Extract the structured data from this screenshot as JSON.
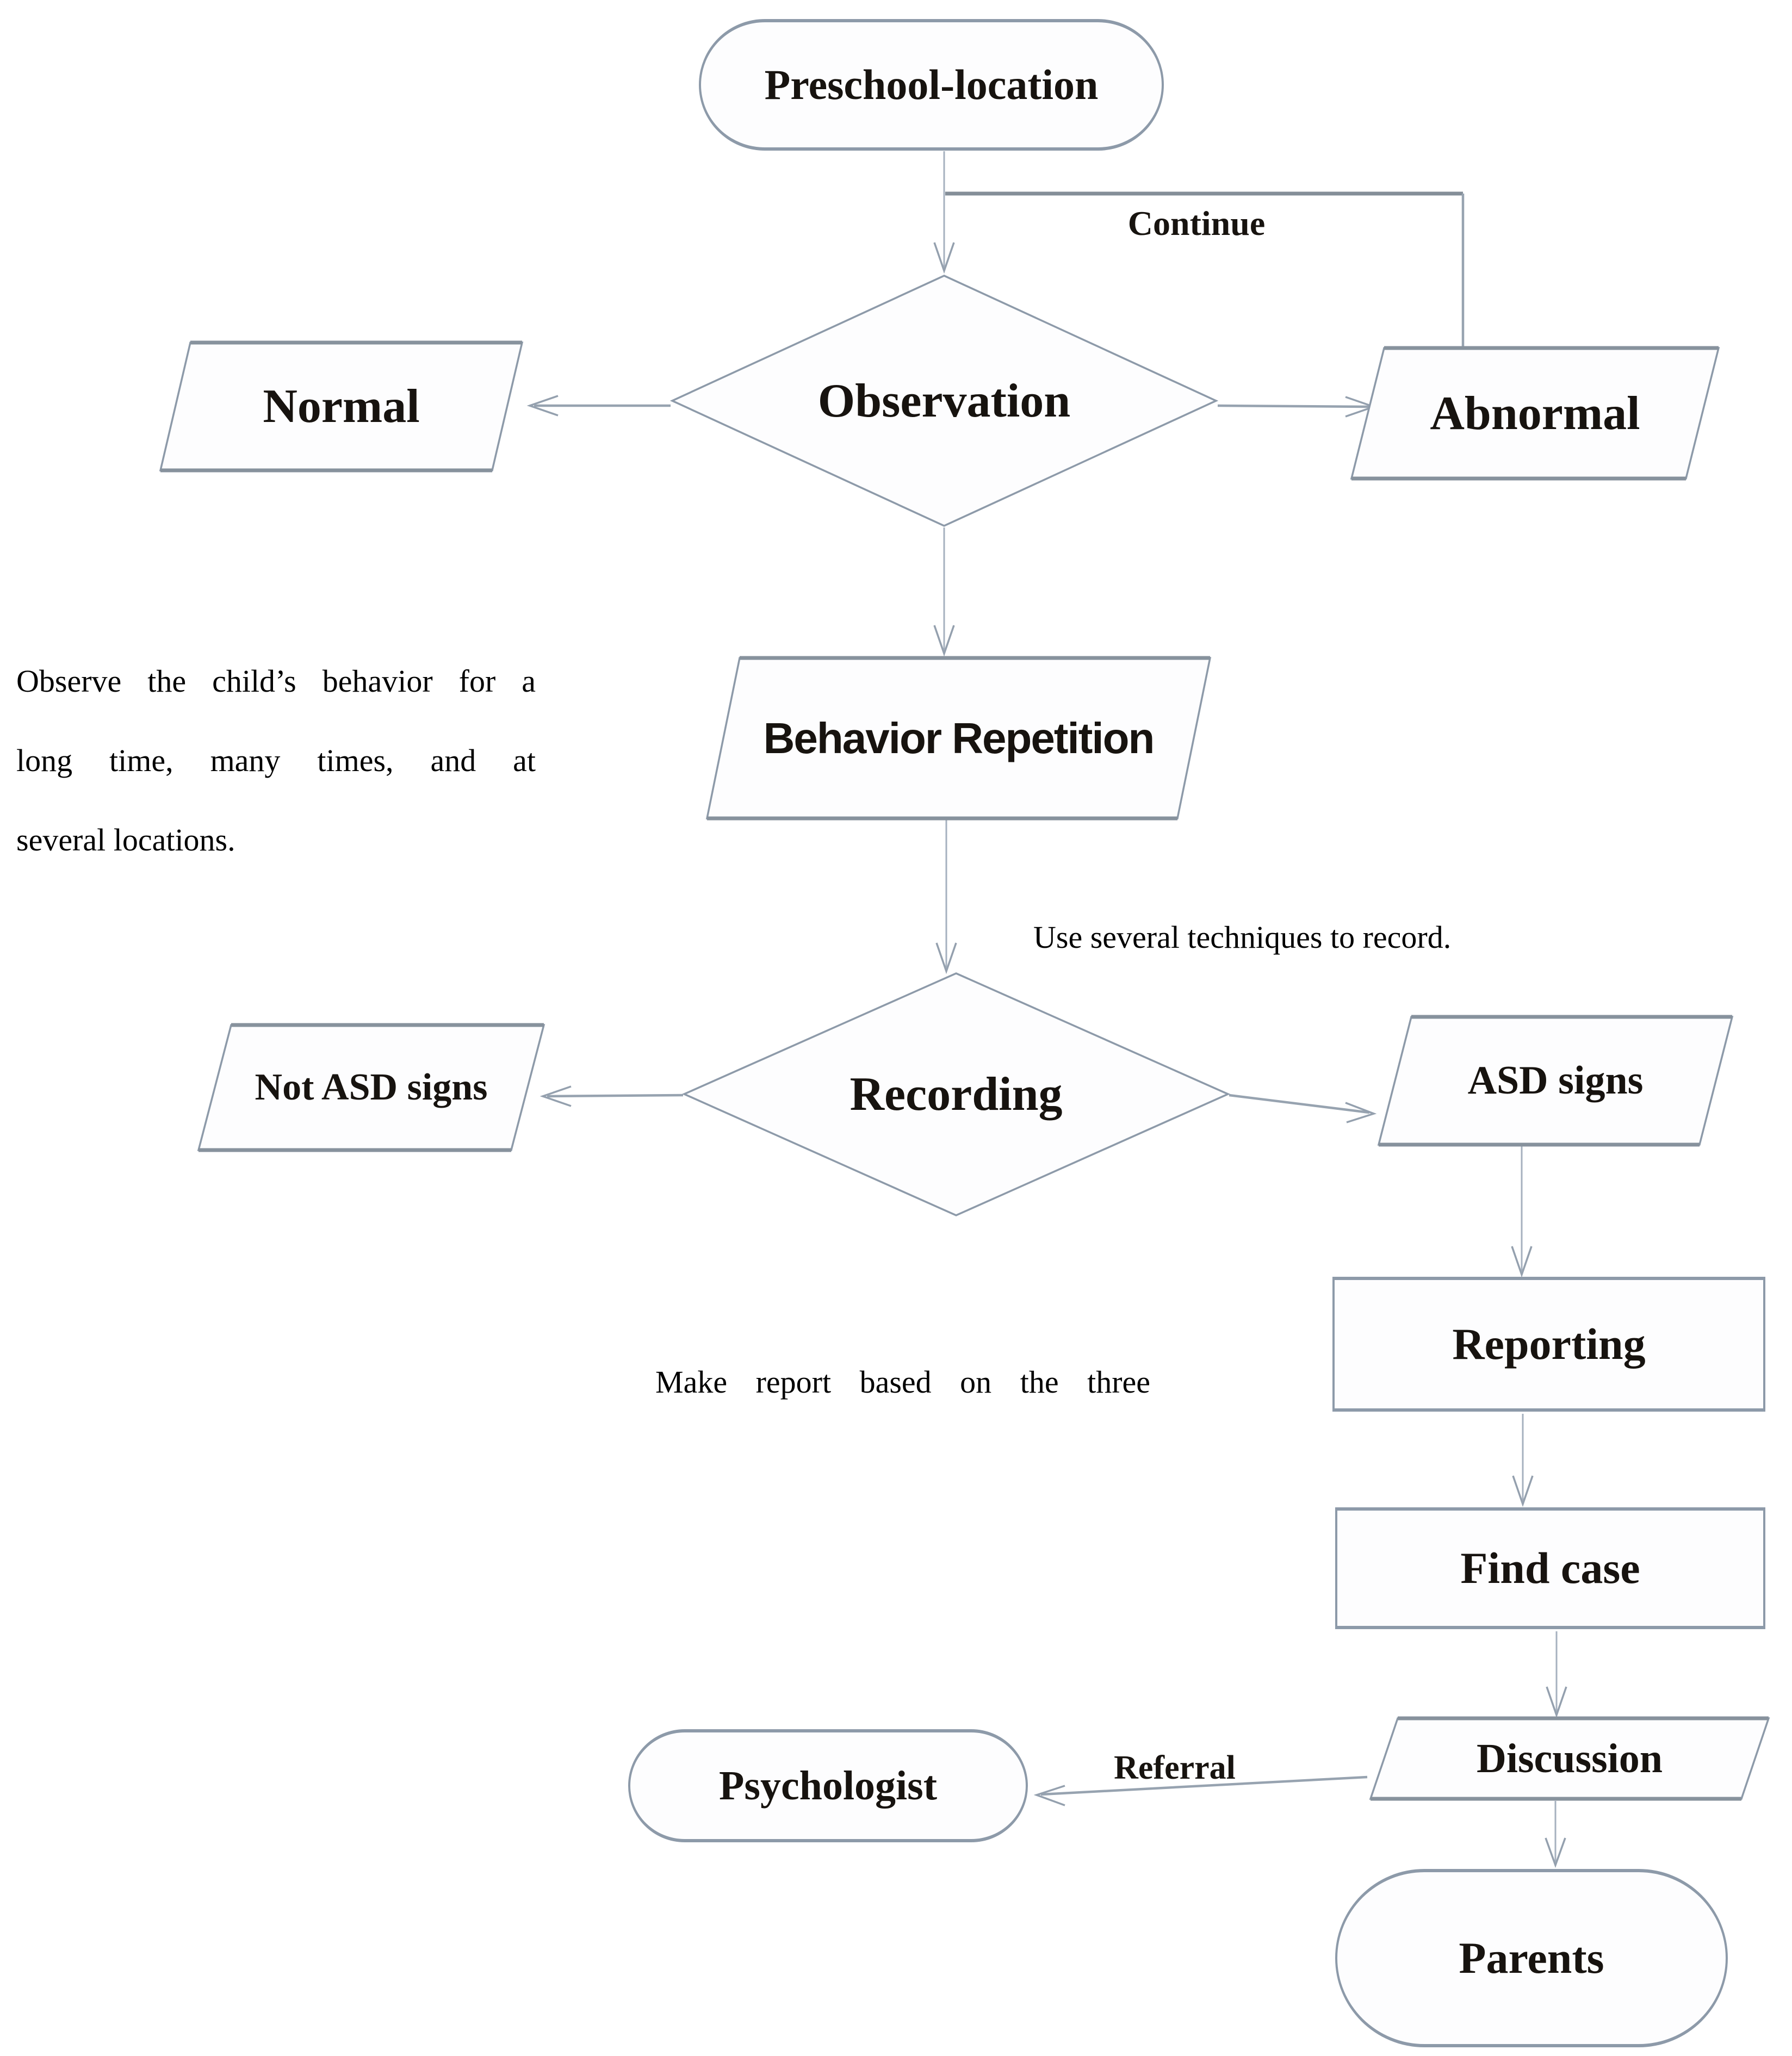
{
  "diagram": {
    "nodes": [
      {
        "id": "preschool-location",
        "shape": "stadium",
        "label": "Preschool-location"
      },
      {
        "id": "observation",
        "shape": "diamond",
        "label": "Observation"
      },
      {
        "id": "normal",
        "shape": "parallelogram",
        "label": "Normal"
      },
      {
        "id": "abnormal",
        "shape": "parallelogram",
        "label": "Abnormal"
      },
      {
        "id": "behavior-repetition",
        "shape": "parallelogram",
        "label": "Behavior Repetition"
      },
      {
        "id": "recording",
        "shape": "diamond",
        "label": "Recording"
      },
      {
        "id": "not-asd-signs",
        "shape": "parallelogram",
        "label": "Not ASD signs"
      },
      {
        "id": "asd-signs",
        "shape": "parallelogram",
        "label": "ASD signs"
      },
      {
        "id": "reporting",
        "shape": "rectangle",
        "label": "Reporting"
      },
      {
        "id": "find-case",
        "shape": "rectangle",
        "label": "Find case"
      },
      {
        "id": "discussion",
        "shape": "parallelogram",
        "label": "Discussion"
      },
      {
        "id": "psychologist",
        "shape": "stadium",
        "label": "Psychologist"
      },
      {
        "id": "parents",
        "shape": "stadium",
        "label": "Parents"
      }
    ],
    "edge_labels": {
      "continue": "Continue",
      "referral": "Referral"
    },
    "annotations": {
      "observe_note_line1": "Observe the child’s behavior for a",
      "observe_note_line2": "long time, many times, and at",
      "observe_note_line3": "several locations.",
      "record_note": "Use several techniques to record.",
      "report_note": "Make report based on the three"
    },
    "colors": {
      "background": "#ffffff",
      "shape_fill": "#fdfdfe",
      "shape_border": "#8d9aa9",
      "edge_accent": "#87929d",
      "connector": "#a6b1bf",
      "text": "#17130f"
    }
  }
}
